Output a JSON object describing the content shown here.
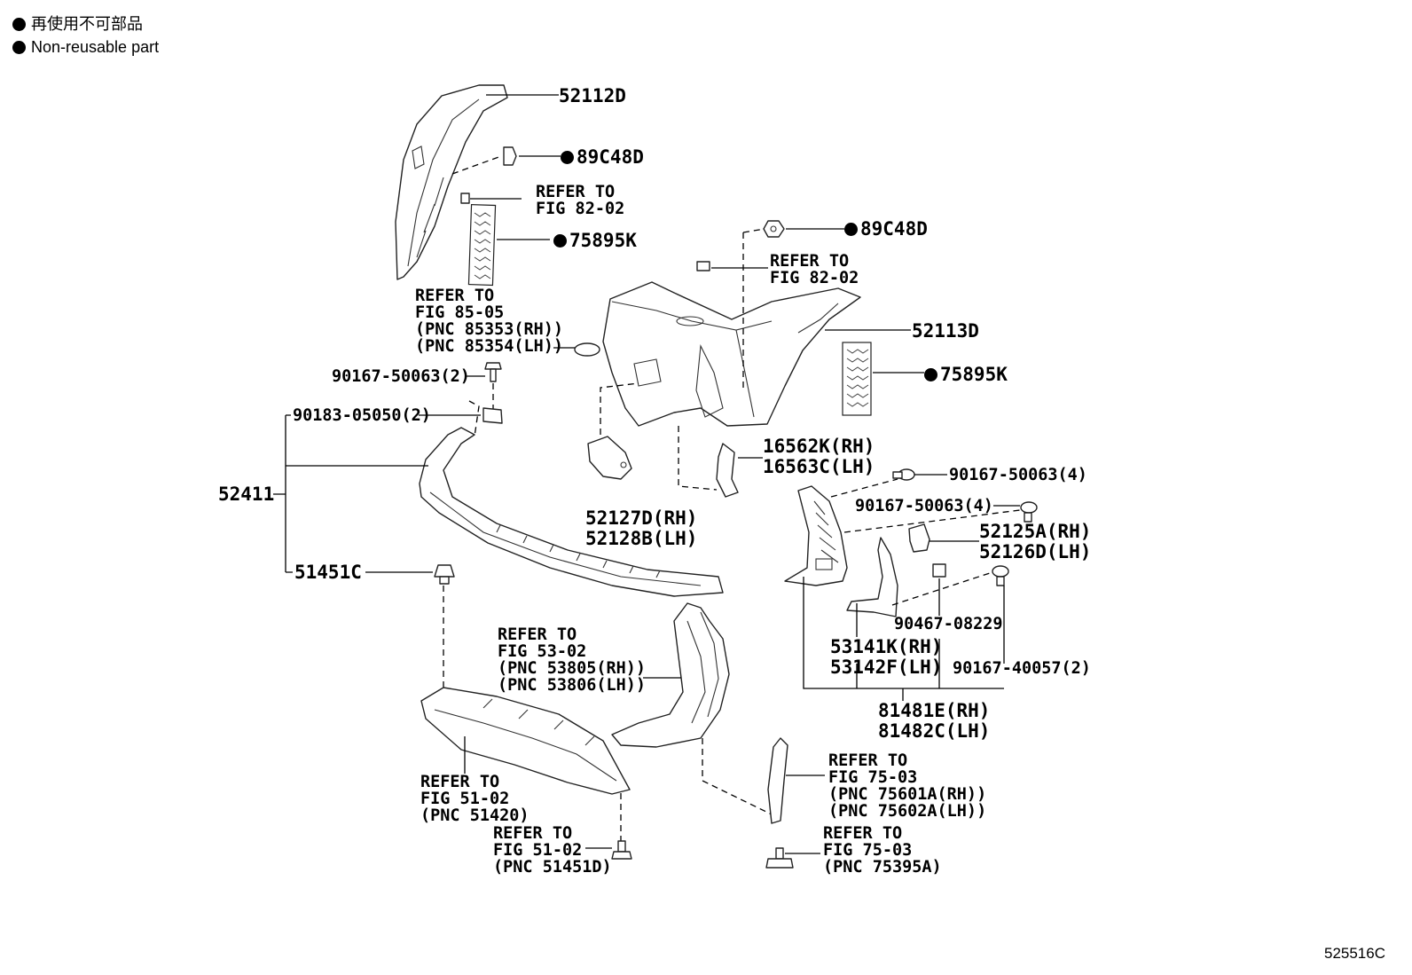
{
  "legend": {
    "line1": "再使用不可部品",
    "line2": "Non-reusable part"
  },
  "figure_code": "525516C",
  "labels": {
    "p52112D": "52112D",
    "p89C48D_a": "89C48D",
    "refer8202_a": "REFER TO\nFIG 82-02",
    "p75895K_a": "75895K",
    "refer8505": "REFER TO\nFIG 85-05\n(PNC 85353(RH))\n(PNC 85354(LH))",
    "p89C48D_b": "89C48D",
    "refer8202_b": "REFER TO\nFIG 82-02",
    "p52113D": "52113D",
    "p75895K_b": "75895K",
    "p90167_50063_2": "90167-50063(2)",
    "p90183_05050_2": "90183-05050(2)",
    "p52411": "52411",
    "p16562K": "16562K(RH)\n16563C(LH)",
    "p90167_50063_4a": "90167-50063(4)",
    "p90167_50063_4b": "90167-50063(4)",
    "p52125A": "52125A(RH)\n52126D(LH)",
    "p52127D": "52127D(RH)\n52128B(LH)",
    "p51451C": "51451C",
    "p90467_08229": "90467-08229",
    "p53141K": "53141K(RH)\n53142F(LH)",
    "p90167_40057_2": "90167-40057(2)",
    "p81481E": "81481E(RH)\n81482C(LH)",
    "refer5302": "REFER TO\nFIG 53-02\n(PNC 53805(RH))\n(PNC 53806(LH))",
    "refer5102_a": "REFER TO\nFIG 51-02\n(PNC 51420)",
    "refer5102_b": "REFER TO\nFIG 51-02\n(PNC 51451D)",
    "refer7503_a": "REFER TO\nFIG 75-03\n(PNC 75601A(RH))\n(PNC 75602A(LH))",
    "refer7503_b": "REFER TO\nFIG 75-03\n(PNC 75395A)"
  }
}
